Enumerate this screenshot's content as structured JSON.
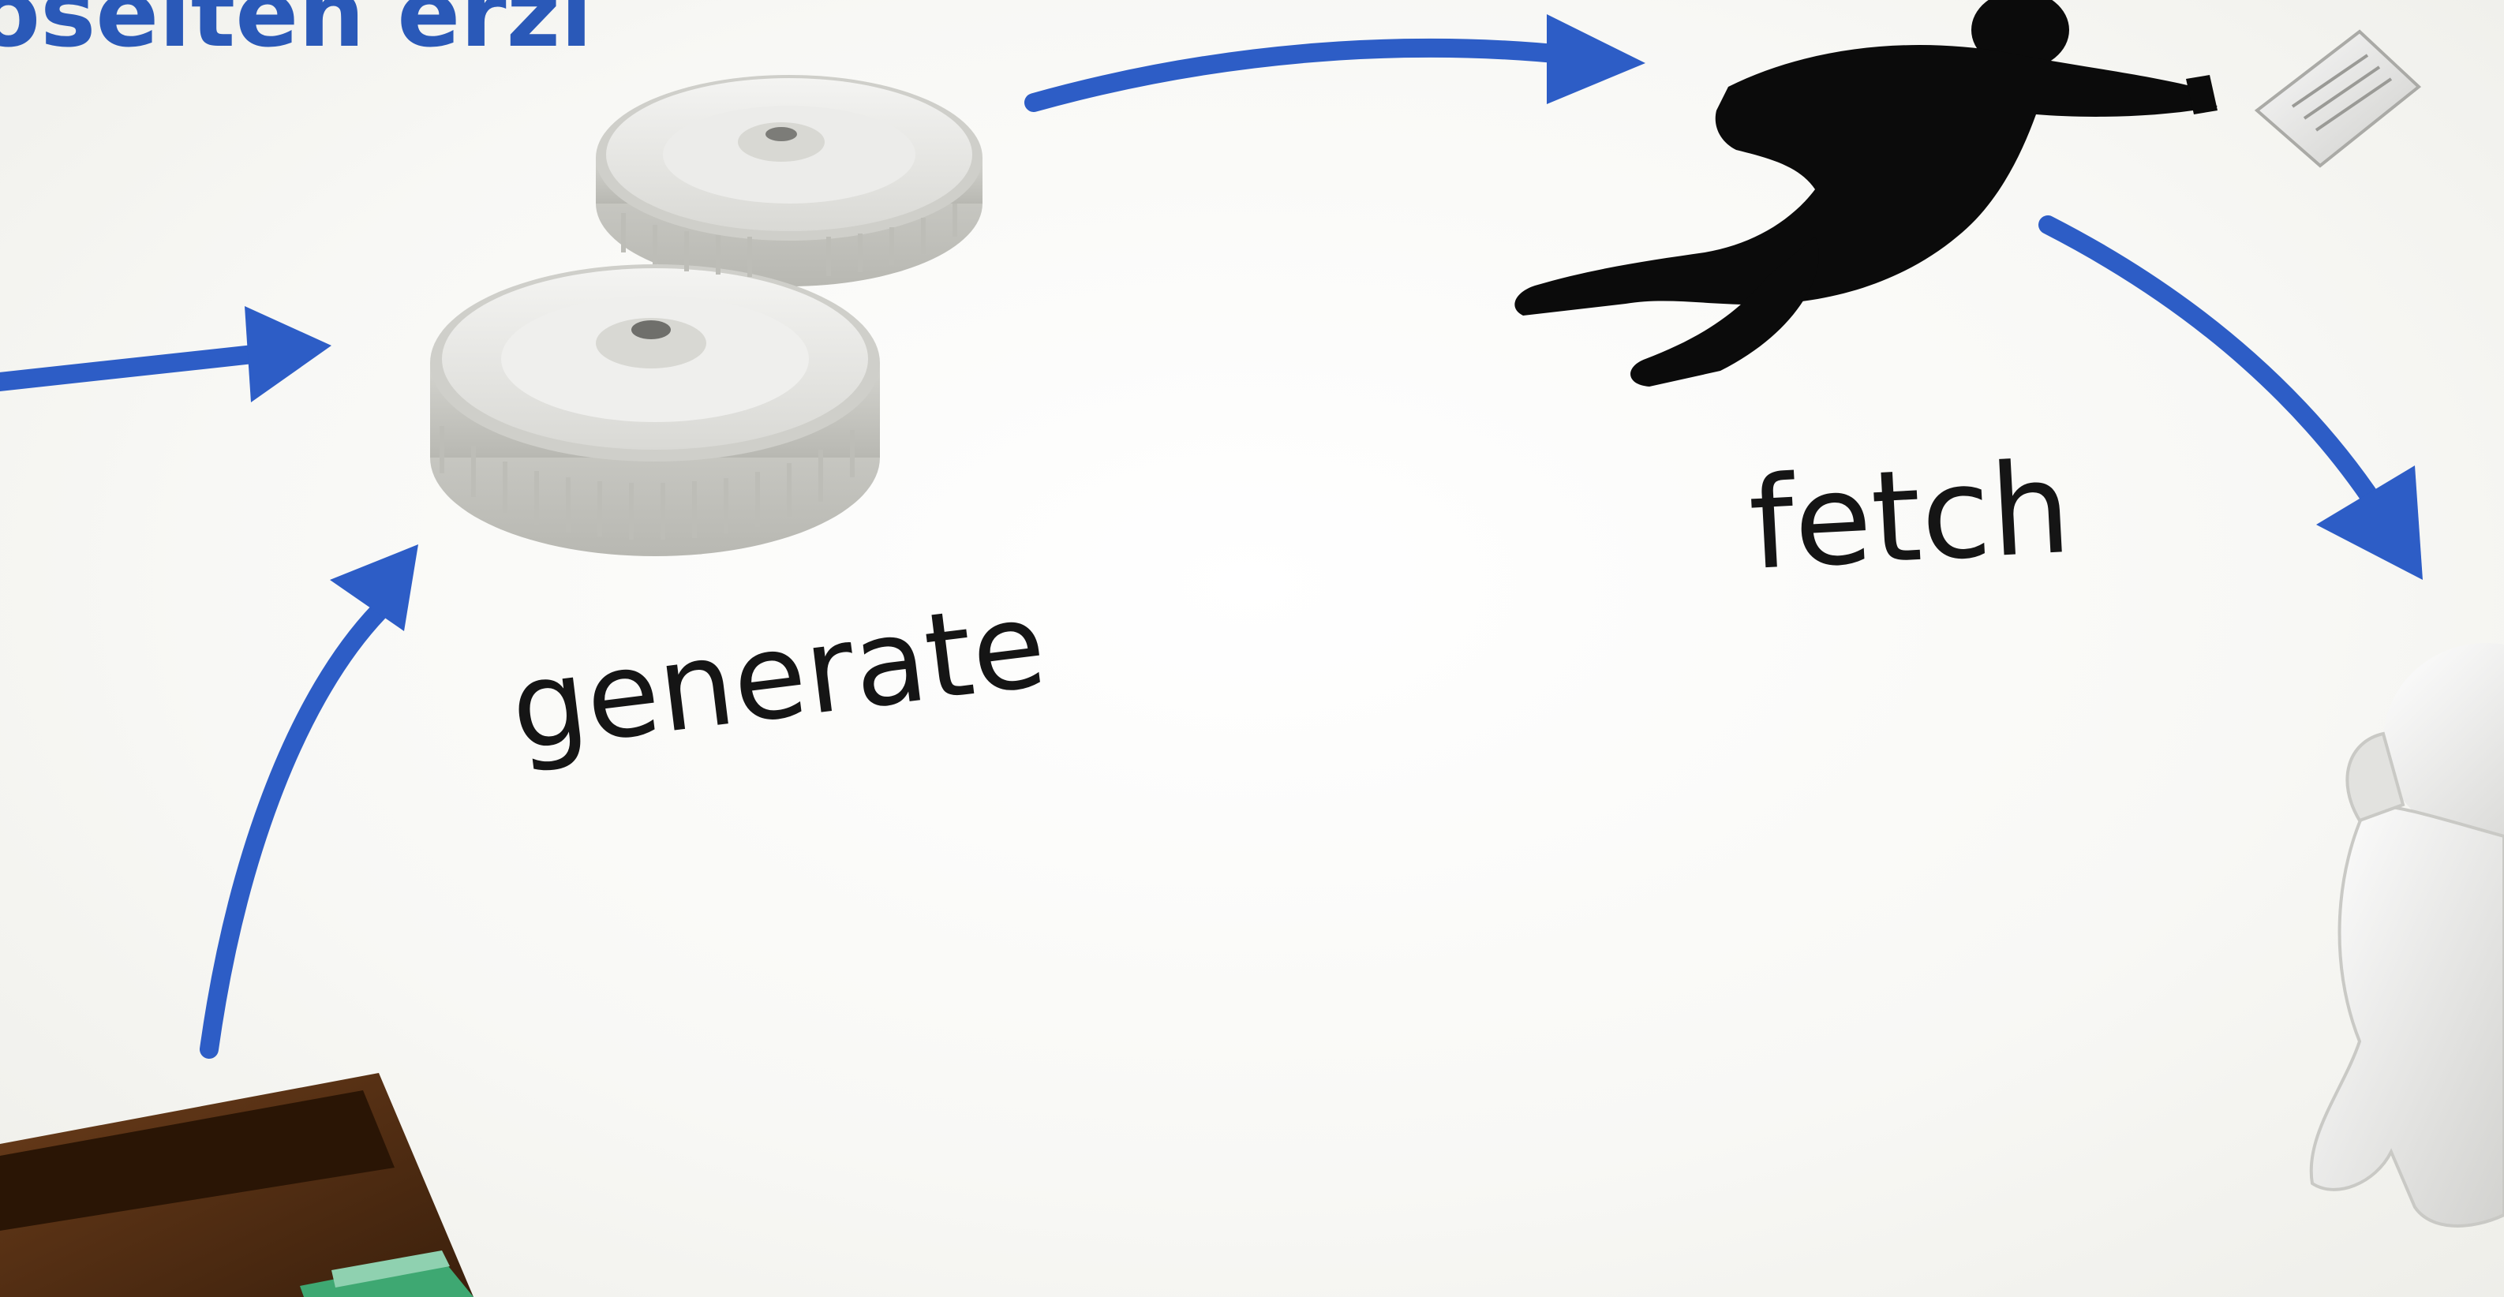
{
  "title_fragment": "oseiten erzi",
  "steps": {
    "generate": "generate",
    "fetch": "fetch"
  },
  "colors": {
    "arrow": "#2d5dc6",
    "title": "#2a59b8",
    "label": "#151515",
    "silhouette": "#0b0b0b",
    "gear": "#e6e6e3"
  },
  "icons": [
    "gear-icon",
    "falling-person-icon",
    "document-icon",
    "drawer-icon",
    "thinking-figure-icon"
  ]
}
